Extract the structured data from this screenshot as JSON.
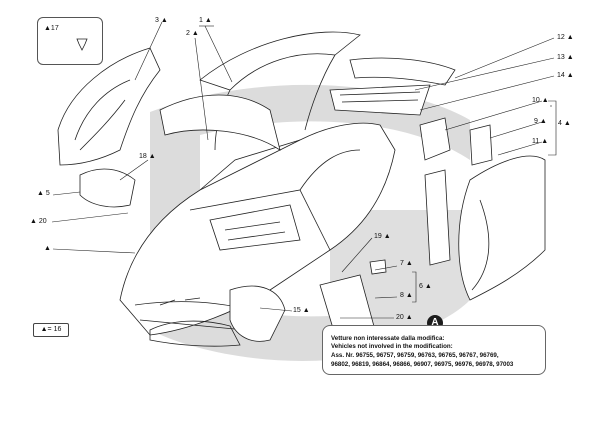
{
  "parts": {
    "p1": "1 ▲",
    "p2": "2 ▲",
    "p3": "3 ▲",
    "p4": "4 ▲",
    "p5": "▲ 5",
    "p6": "6 ▲",
    "p7": "7 ▲",
    "p8": "8 ▲",
    "p9": "9 ▲",
    "p10": "10 ▲",
    "p11": "11 ▲",
    "p12": "12 ▲",
    "p13": "13 ▲",
    "p14": "14 ▲",
    "p15": "15 ▲",
    "p17": "▲17",
    "p18": "18 ▲",
    "p19": "19 ▲",
    "p20_left": "▲ 20",
    "p20_right": "20 ▲",
    "unnumbered": "▲"
  },
  "legend": {
    "text": "▲= 16"
  },
  "note": {
    "badge": "A",
    "line1": "Vetture non interessate dalla modifica:",
    "line2": "Vehicles not involved in the modification:",
    "line3": "Ass. Nr. 96755, 96757, 96759, 96763, 96765, 96767, 96769,",
    "line4": "96802, 96819, 96864, 96866, 96907, 96975, 96976, 96978, 97003"
  },
  "colors": {
    "watermark": "#d9d9d9",
    "line": "#222222"
  }
}
